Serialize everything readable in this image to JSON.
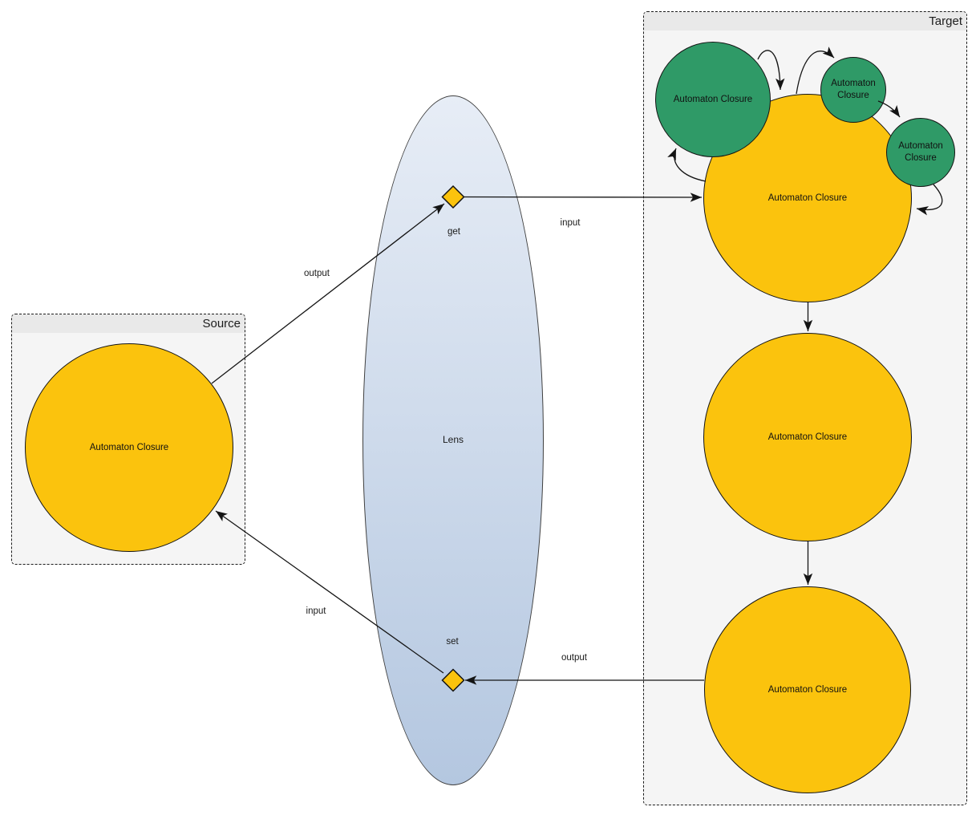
{
  "colors": {
    "node-yellow": "#FBC30D",
    "node-green": "#2F9A67",
    "lens-top": "#e7edf6",
    "lens-bottom": "#b4c7e0",
    "box-fill": "#f5f5f5",
    "box-strip": "#e9e9e9",
    "edge": "#141414"
  },
  "source": {
    "title": "Source",
    "node": {
      "label": "Automaton Closure"
    }
  },
  "lens": {
    "label": "Lens",
    "get_label": "get",
    "set_label": "set"
  },
  "target": {
    "title": "Target",
    "nodes": {
      "top": {
        "label": "Automaton Closure"
      },
      "middle": {
        "label": "Automaton Closure"
      },
      "bottom": {
        "label": "Automaton Closure"
      },
      "green_large": {
        "label": "Automaton Closure"
      },
      "green_small_1": {
        "label": "Automaton Closure"
      },
      "green_small_2": {
        "label": "Automaton Closure"
      }
    }
  },
  "edges": {
    "source_to_get": {
      "label": "output"
    },
    "get_to_target": {
      "label": "input"
    },
    "target_to_set": {
      "label": "output"
    },
    "set_to_source": {
      "label": "input"
    }
  }
}
